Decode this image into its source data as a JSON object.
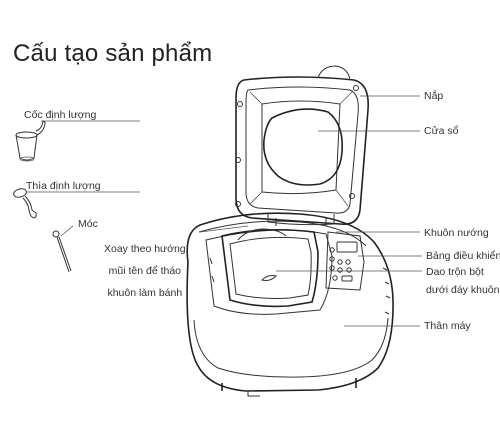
{
  "title": "Cấu tạo sản phẩm",
  "accessories": {
    "measuring_cup": "Cốc định lượng",
    "measuring_spoon": "Thìa định lượng",
    "hook": "Móc"
  },
  "parts": {
    "lid": "Nắp",
    "window": "Cửa sổ",
    "bread_pan": "Khuôn nướng",
    "control_panel": "Bảng điều khiển",
    "kneading_blade_line1": "Dao trộn bột",
    "kneading_blade_line2": "dưới đáy khuôn",
    "body": "Thân máy"
  },
  "instruction": {
    "line1": "Xoay theo hướng",
    "line2": "mũi tên để tháo",
    "line3": "khuôn làm bánh"
  },
  "colors": {
    "line": "#333333",
    "text": "#333333",
    "background": "#ffffff"
  }
}
